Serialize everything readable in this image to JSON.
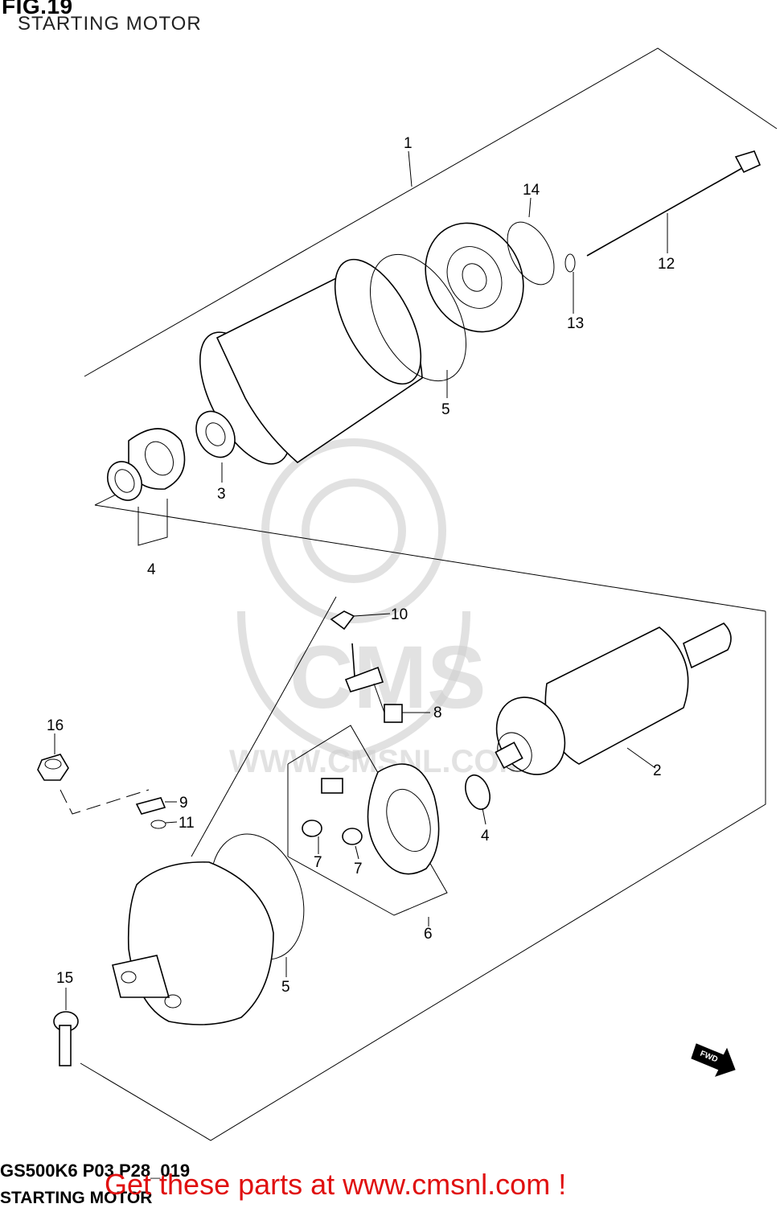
{
  "figure": {
    "title": "FIG.19",
    "subtitle": "STARTING MOTOR",
    "drawing_code": "GS500K6 P03 P28_019",
    "bottom_title": "STARTING MOTOR"
  },
  "promo": {
    "text": "Get these parts at www.cmsnl.com !",
    "color": "#e01010"
  },
  "watermark": {
    "brand": "CMS",
    "url": "WWW.CMSNL.COM"
  },
  "direction_badge": "FWD",
  "callouts": [
    "1",
    "14",
    "12",
    "13",
    "5",
    "3",
    "4",
    "10",
    "8",
    "16",
    "2",
    "9",
    "11",
    "4",
    "7",
    "7",
    "6",
    "15",
    "5"
  ]
}
